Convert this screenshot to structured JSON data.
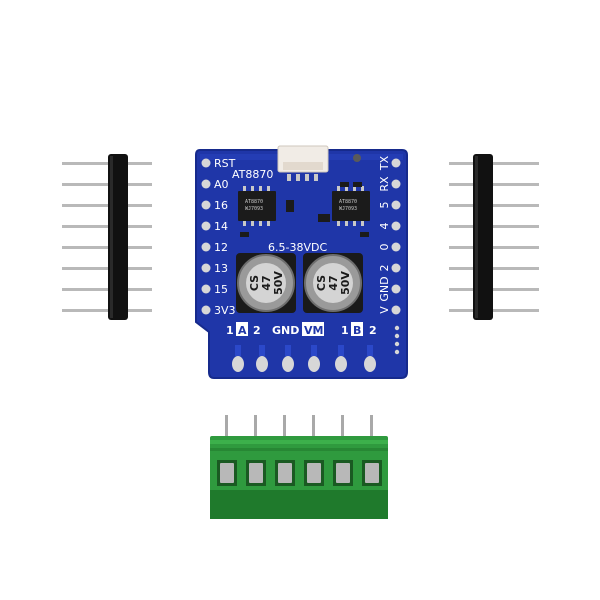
{
  "board": {
    "left_pins": [
      "RST",
      "A0",
      "16",
      "14",
      "12",
      "13",
      "15",
      "3V3"
    ],
    "right_pins": [
      "TX",
      "RX",
      "5",
      "4",
      "0",
      "2",
      "GND",
      "V"
    ],
    "chip_name": "AT8870",
    "voltage_label": "6.5-38VDC",
    "bottom_labels": {
      "a_1": "1",
      "a_box": "A",
      "a_2": "2",
      "gnd": "GND",
      "vm": "VM",
      "b_1": "1",
      "b_box": "B",
      "b_2": "2"
    },
    "chips": [
      {
        "marking_1": "AT8870",
        "marking_2": "WJ7093"
      },
      {
        "marking_1": "AT8870",
        "marking_2": "WJ7093"
      }
    ],
    "capacitors": [
      {
        "line_1": "CS",
        "line_2": "47",
        "line_3": "50V"
      },
      {
        "line_1": "CS",
        "line_2": "47",
        "line_3": "50V"
      }
    ]
  },
  "colors": {
    "pcb": "#1f36a8",
    "pcb_edge": "#162a8c",
    "pad": "#d7d7d7",
    "header_plastic": "#111111",
    "pin_metal": "#b9b9b9",
    "terminal": "#2f9a3e",
    "terminal_dark": "#1f7a2c",
    "cap_body": "#9a9a9a"
  },
  "header_left": {
    "pin_count": 8
  },
  "header_right": {
    "pin_count": 8
  },
  "terminal_block": {
    "positions": 6
  }
}
